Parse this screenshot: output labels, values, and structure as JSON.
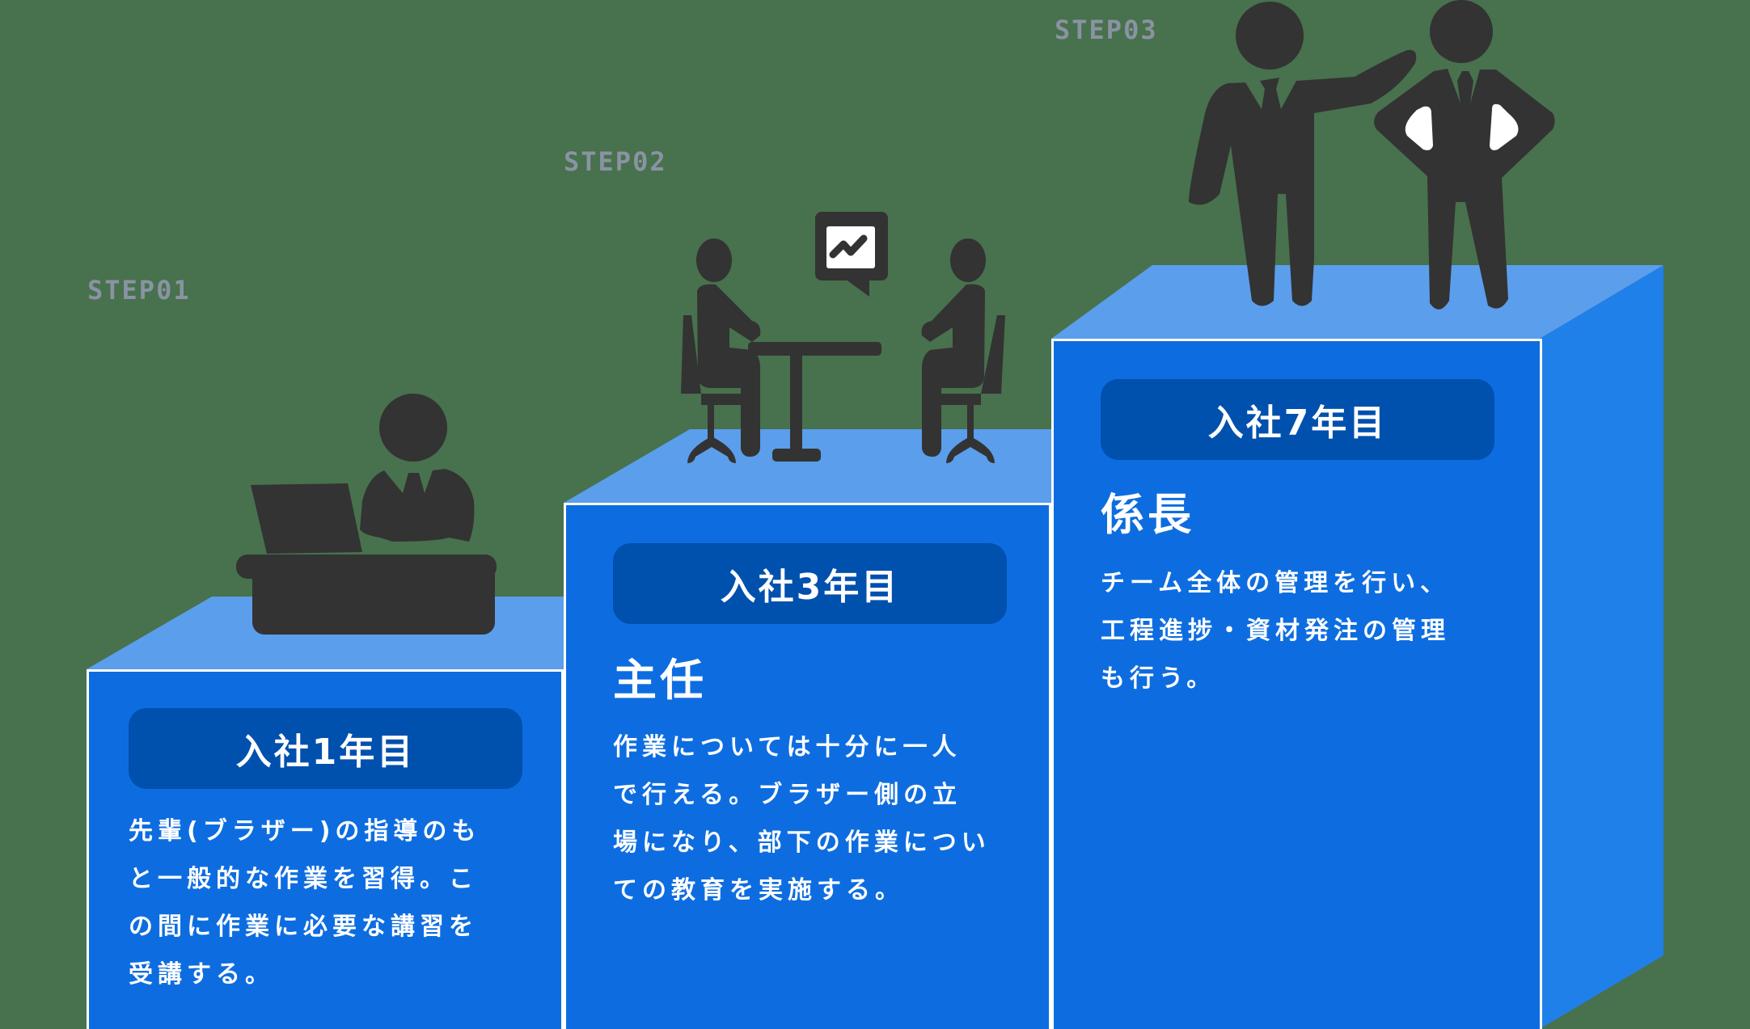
{
  "colors": {
    "background": "#48714d",
    "front_face": "#0d6de0",
    "top_face": "#5b9eec",
    "side_face": "#2080ea",
    "pill": "#0050ae",
    "icon": "#333333",
    "step_label": "#8a93a3",
    "text": "#ffffff"
  },
  "steps": [
    {
      "step_label": "STEP01",
      "badge": "入社1年目",
      "role": "",
      "description": "先輩(ブラザー)の指導のも\nと一般的な作業を習得。こ\nの間に作業に必要な講習を\n受講する。",
      "icon": "employee-at-laptop-icon"
    },
    {
      "step_label": "STEP02",
      "badge": "入社3年目",
      "role": "主任",
      "description": "作業については十分に一人\nで行える。ブラザー側の立\n場になり、部下の作業につい\nての教育を実施する。",
      "icon": "meeting-at-table-icon"
    },
    {
      "step_label": "STEP03",
      "badge": "入社7年目",
      "role": "係長",
      "description": "チーム全体の管理を行い、\n工程進捗・資材発注の管理\nも行う。",
      "icon": "two-businessmen-icon"
    }
  ]
}
